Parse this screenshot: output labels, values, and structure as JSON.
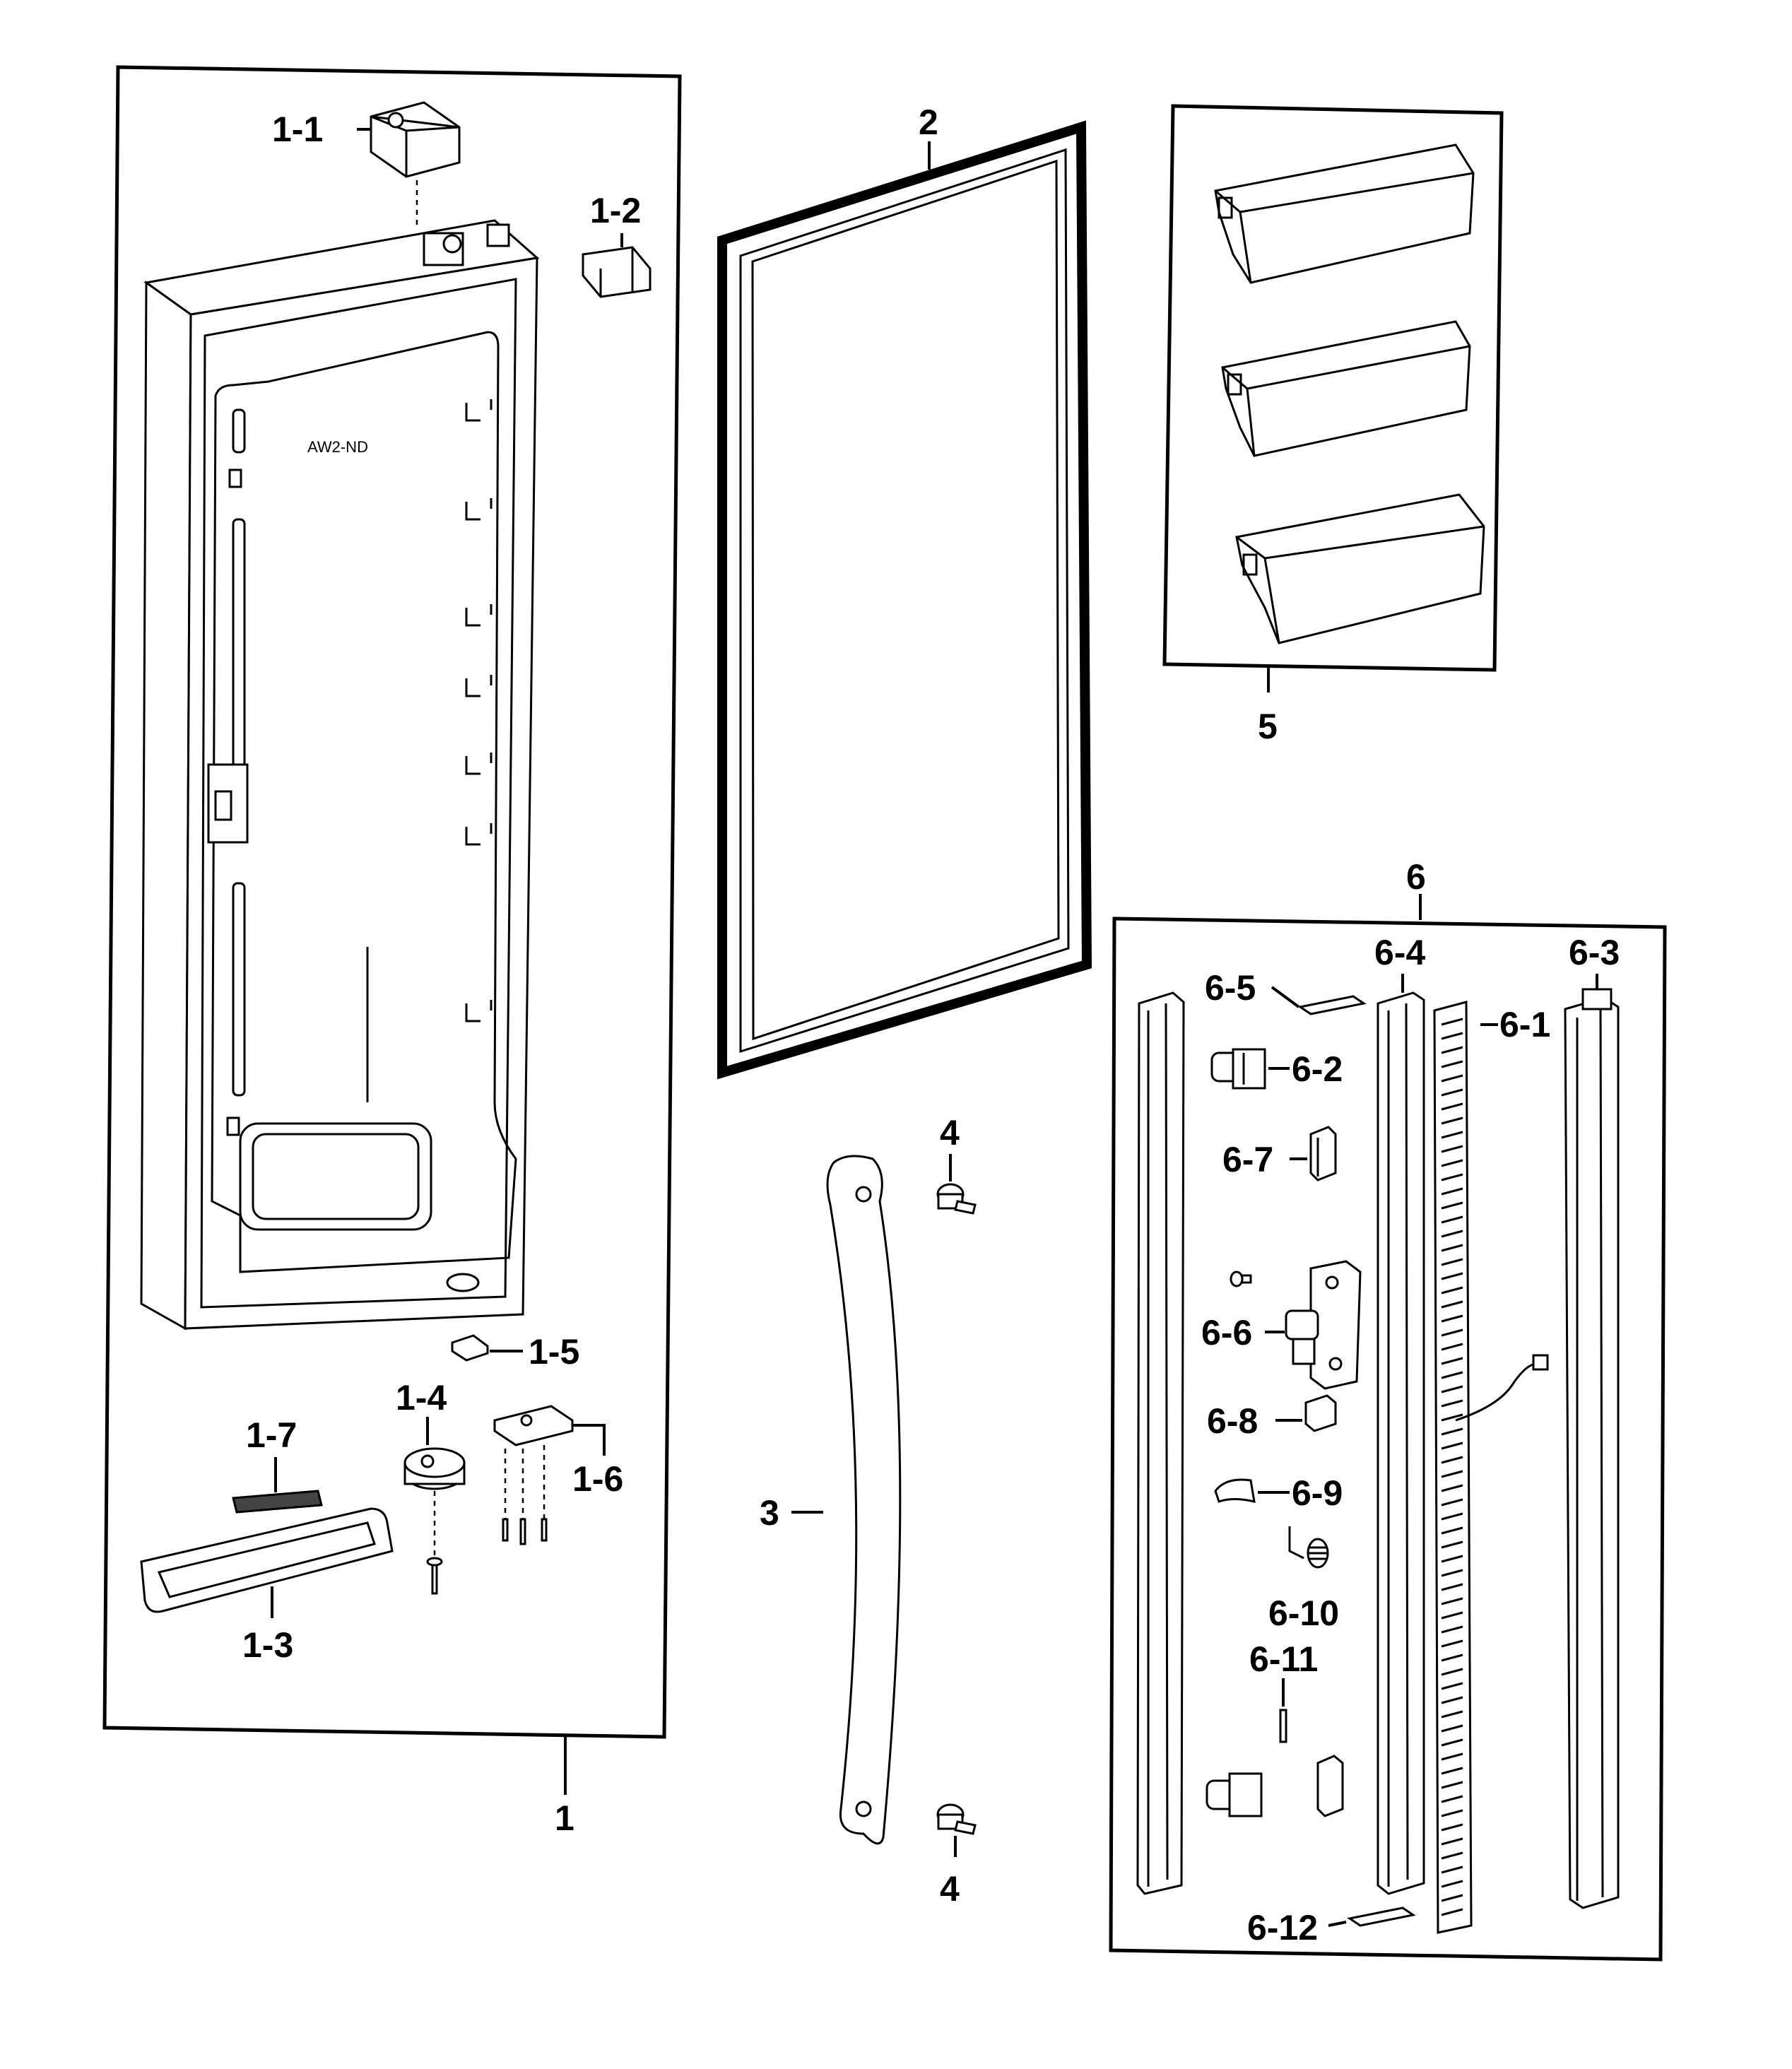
{
  "labels": {
    "l1": "1",
    "l1_1": "1-1",
    "l1_2": "1-2",
    "l1_3": "1-3",
    "l1_4": "1-4",
    "l1_5": "1-5",
    "l1_6": "1-6",
    "l1_7": "1-7",
    "l2": "2",
    "l3": "3",
    "l4a": "4",
    "l4b": "4",
    "l5": "5",
    "l6": "6",
    "l6_1": "6-1",
    "l6_2": "6-2",
    "l6_3": "6-3",
    "l6_4": "6-4",
    "l6_5": "6-5",
    "l6_6": "6-6",
    "l6_7": "6-7",
    "l6_8": "6-8",
    "l6_9": "6-9",
    "l6_10": "6-10",
    "l6_11": "6-11",
    "l6_12": "6-12"
  },
  "door_stamp": "AW2-ND"
}
